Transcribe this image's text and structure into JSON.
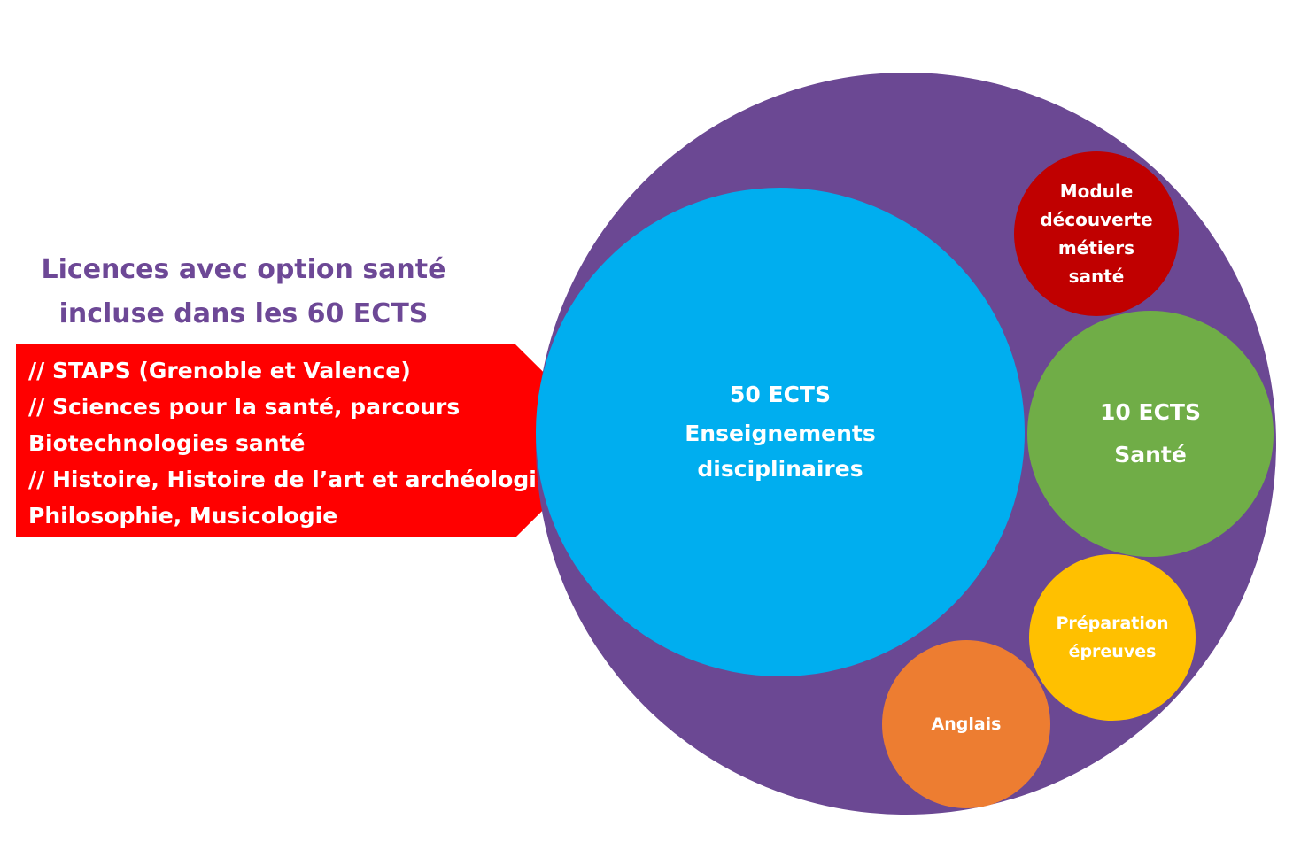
{
  "heading": {
    "line1": "Licences avec option santé",
    "line2": "incluse dans les 60 ECTS"
  },
  "arrow": {
    "lines": [
      "// STAPS (Grenoble et Valence)",
      "// Sciences pour la santé, parcours",
      "Biotechnologies santé",
      "// Histoire, Histoire de l’art et archéologie,",
      "Philosophie, Musicologie"
    ]
  },
  "circles": {
    "disciplinaires": {
      "line1": "50 ECTS",
      "line2": "Enseignements",
      "line3": "disciplinaires"
    },
    "module": {
      "line1": "Module",
      "line2": "découverte",
      "line3": "métiers",
      "line4": "santé"
    },
    "sante": {
      "line1": "10 ECTS",
      "line2": "Santé"
    },
    "preparation": {
      "line1": "Préparation",
      "line2": "épreuves"
    },
    "anglais": {
      "line1": "Anglais"
    }
  },
  "colors": {
    "heading": "#6d4896",
    "arrow": "#ff0000",
    "outer_circle": "#6b4893",
    "disciplinaires": "#00aeef",
    "module": "#c00000",
    "sante": "#70ad47",
    "preparation": "#ffc000",
    "anglais": "#ed7d31"
  }
}
